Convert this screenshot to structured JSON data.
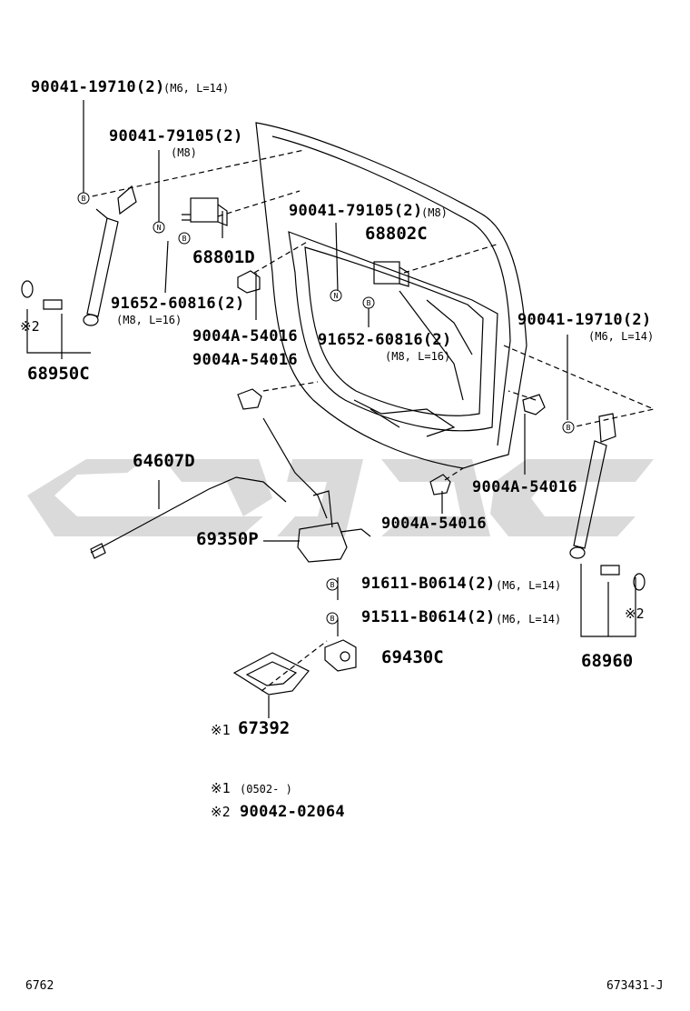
{
  "callouts": {
    "bolt_top_left": "90041-19710(2)",
    "bolt_top_left_spec": "(M6, L=14)",
    "nut_left": "90041-79105(2)",
    "nut_left_spec": "(M8)",
    "nut_center": "90041-79105(2)",
    "nut_center_spec": "(M8)",
    "hinge_left": "68801D",
    "hinge_right": "68802C",
    "bolt_hinge_left": "91652-60816(2)",
    "bolt_hinge_left_spec": "(M8, L=16)",
    "bolt_hinge_center": "91652-60816(2)",
    "bolt_hinge_center_spec": "(M8, L=16)",
    "bumper_1": "9004A-54016",
    "bumper_2": "9004A-54016",
    "bumper_3": "9004A-54016",
    "bumper_4": "9004A-54016",
    "bolt_top_right": "90041-19710(2)",
    "bolt_top_right_spec": "(M6, L=14)",
    "stay_left": "68950C",
    "stay_right": "68960",
    "cable": "64607D",
    "lock": "69350P",
    "screw_lock": "91611-B0614(2)",
    "screw_lock_spec": "(M6, L=14)",
    "screw_striker": "91511-B0614(2)",
    "screw_striker_spec": "(M6, L=14)",
    "striker": "69430C",
    "plate": "67392",
    "mark_1": "※1",
    "mark_2": "※2",
    "mark_2_left": "※2",
    "mark_2_right": "※2"
  },
  "notes": [
    {
      "mark": "※1",
      "text": "(0502-      )"
    },
    {
      "mark": "※2",
      "text": "90042-02064"
    }
  ],
  "symbols": {
    "bolt": "B",
    "nut": "N"
  },
  "footer": {
    "left": "6762",
    "right": "673431-J"
  },
  "colors": {
    "watermark": "#d9d9d9",
    "line": "#000000"
  }
}
